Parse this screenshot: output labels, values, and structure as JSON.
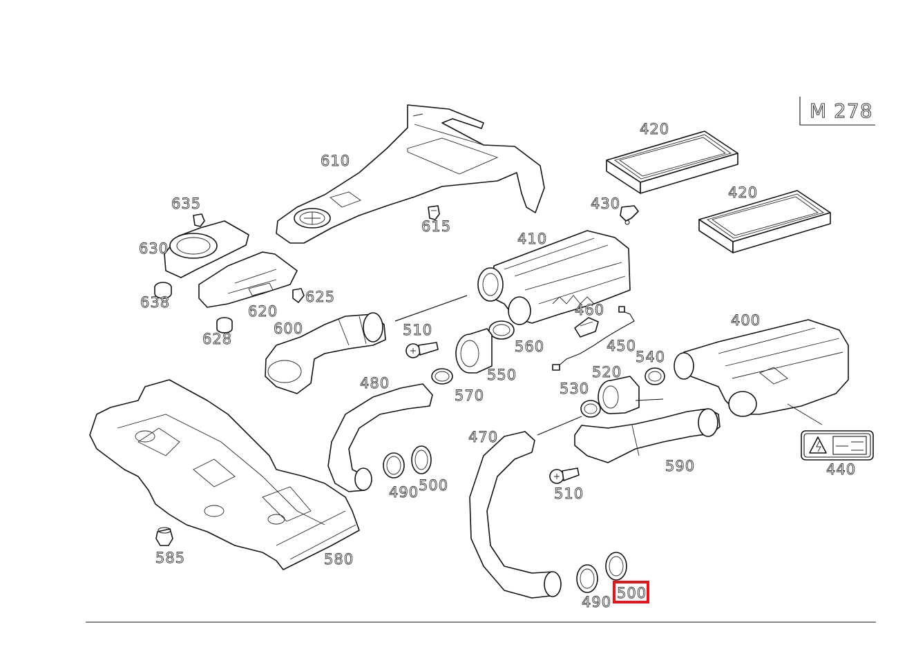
{
  "model": "M 278",
  "highlighted_callout": "500",
  "highlight_color": "#e8141c",
  "callouts": {
    "p420a": "420",
    "p420b": "420",
    "p430": "430",
    "p410": "410",
    "p610": "610",
    "p615": "615",
    "p635": "635",
    "p630": "630",
    "p638": "638",
    "p620": "620",
    "p625": "625",
    "p628": "628",
    "p600": "600",
    "p510a": "510",
    "p560": "560",
    "p460": "460",
    "p450": "450",
    "p400": "400",
    "p540": "540",
    "p520": "520",
    "p550": "550",
    "p570": "570",
    "p480": "480",
    "p530": "530",
    "p470": "470",
    "p490a": "490",
    "p500a": "500",
    "p510b": "510",
    "p590": "590",
    "p440": "440",
    "p585": "585",
    "p580": "580",
    "p490b": "490",
    "p500b": "500"
  }
}
